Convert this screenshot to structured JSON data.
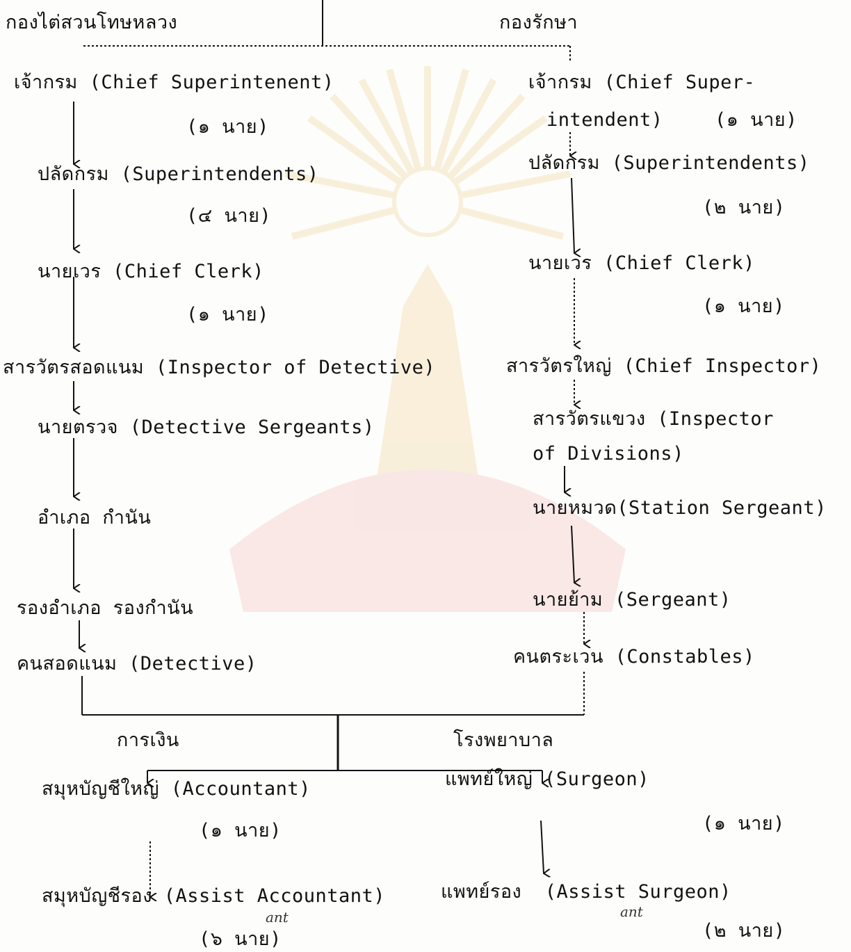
{
  "branches": {
    "left": "กองไต่สวนโทษหลวง",
    "right": "กองรักษา",
    "finance": "การเงิน",
    "hospital": "โรงพยาบาล"
  },
  "left": [
    {
      "label": "เจ้ากรม (Chief Superintenent)",
      "count": "(๑ นาย)"
    },
    {
      "label": "ปลัดกรม (Superintendents)",
      "count": "(๔ นาย)"
    },
    {
      "label": "นายเวร (Chief Clerk)",
      "count": "(๑ นาย)"
    },
    {
      "label": "สารวัตรสอดแนม (Inspector of Detective)"
    },
    {
      "label": "นายตรวจ (Detective Sergeants)"
    },
    {
      "label": "อำเภอ กำนัน"
    },
    {
      "label": "รองอำเภอ รองกำนัน"
    },
    {
      "label": "คนสอดแนม (Detective)"
    }
  ],
  "right": [
    {
      "label": "เจ้ากรม (Chief Super-",
      "line2": "intendent)",
      "count": "(๑ นาย)"
    },
    {
      "label": "ปลัดกรม (Superintendents)",
      "count": "(๒ นาย)"
    },
    {
      "label": "นายเวร (Chief Clerk)",
      "count": "(๑ นาย)"
    },
    {
      "label": "สารวัตรใหญ่ (Chief Inspector)"
    },
    {
      "label": "สารวัตรแขวง (Inspector",
      "line2": "of Divisions)"
    },
    {
      "label": "นายหมวด(Station Sergeant)"
    },
    {
      "label": "นายย้าม (Sergeant)"
    },
    {
      "label": "คนตระเวน (Constables)"
    }
  ],
  "finance": [
    {
      "label": "สมุหบัญชีใหญ่ (Accountant)",
      "count": "(๑ นาย)"
    },
    {
      "label": "สมุหบัญชีรอง (Assist Accountant)",
      "count": "(๖ นาย)",
      "note": "ant"
    }
  ],
  "hospital": [
    {
      "label": "แพทย์ใหญ่ (Surgeon)",
      "count": "(๑ นาย)"
    },
    {
      "label": "แพทย์รอง  (Assist Surgeon)",
      "count": "(๒ นาย)",
      "note": "ant"
    }
  ]
}
